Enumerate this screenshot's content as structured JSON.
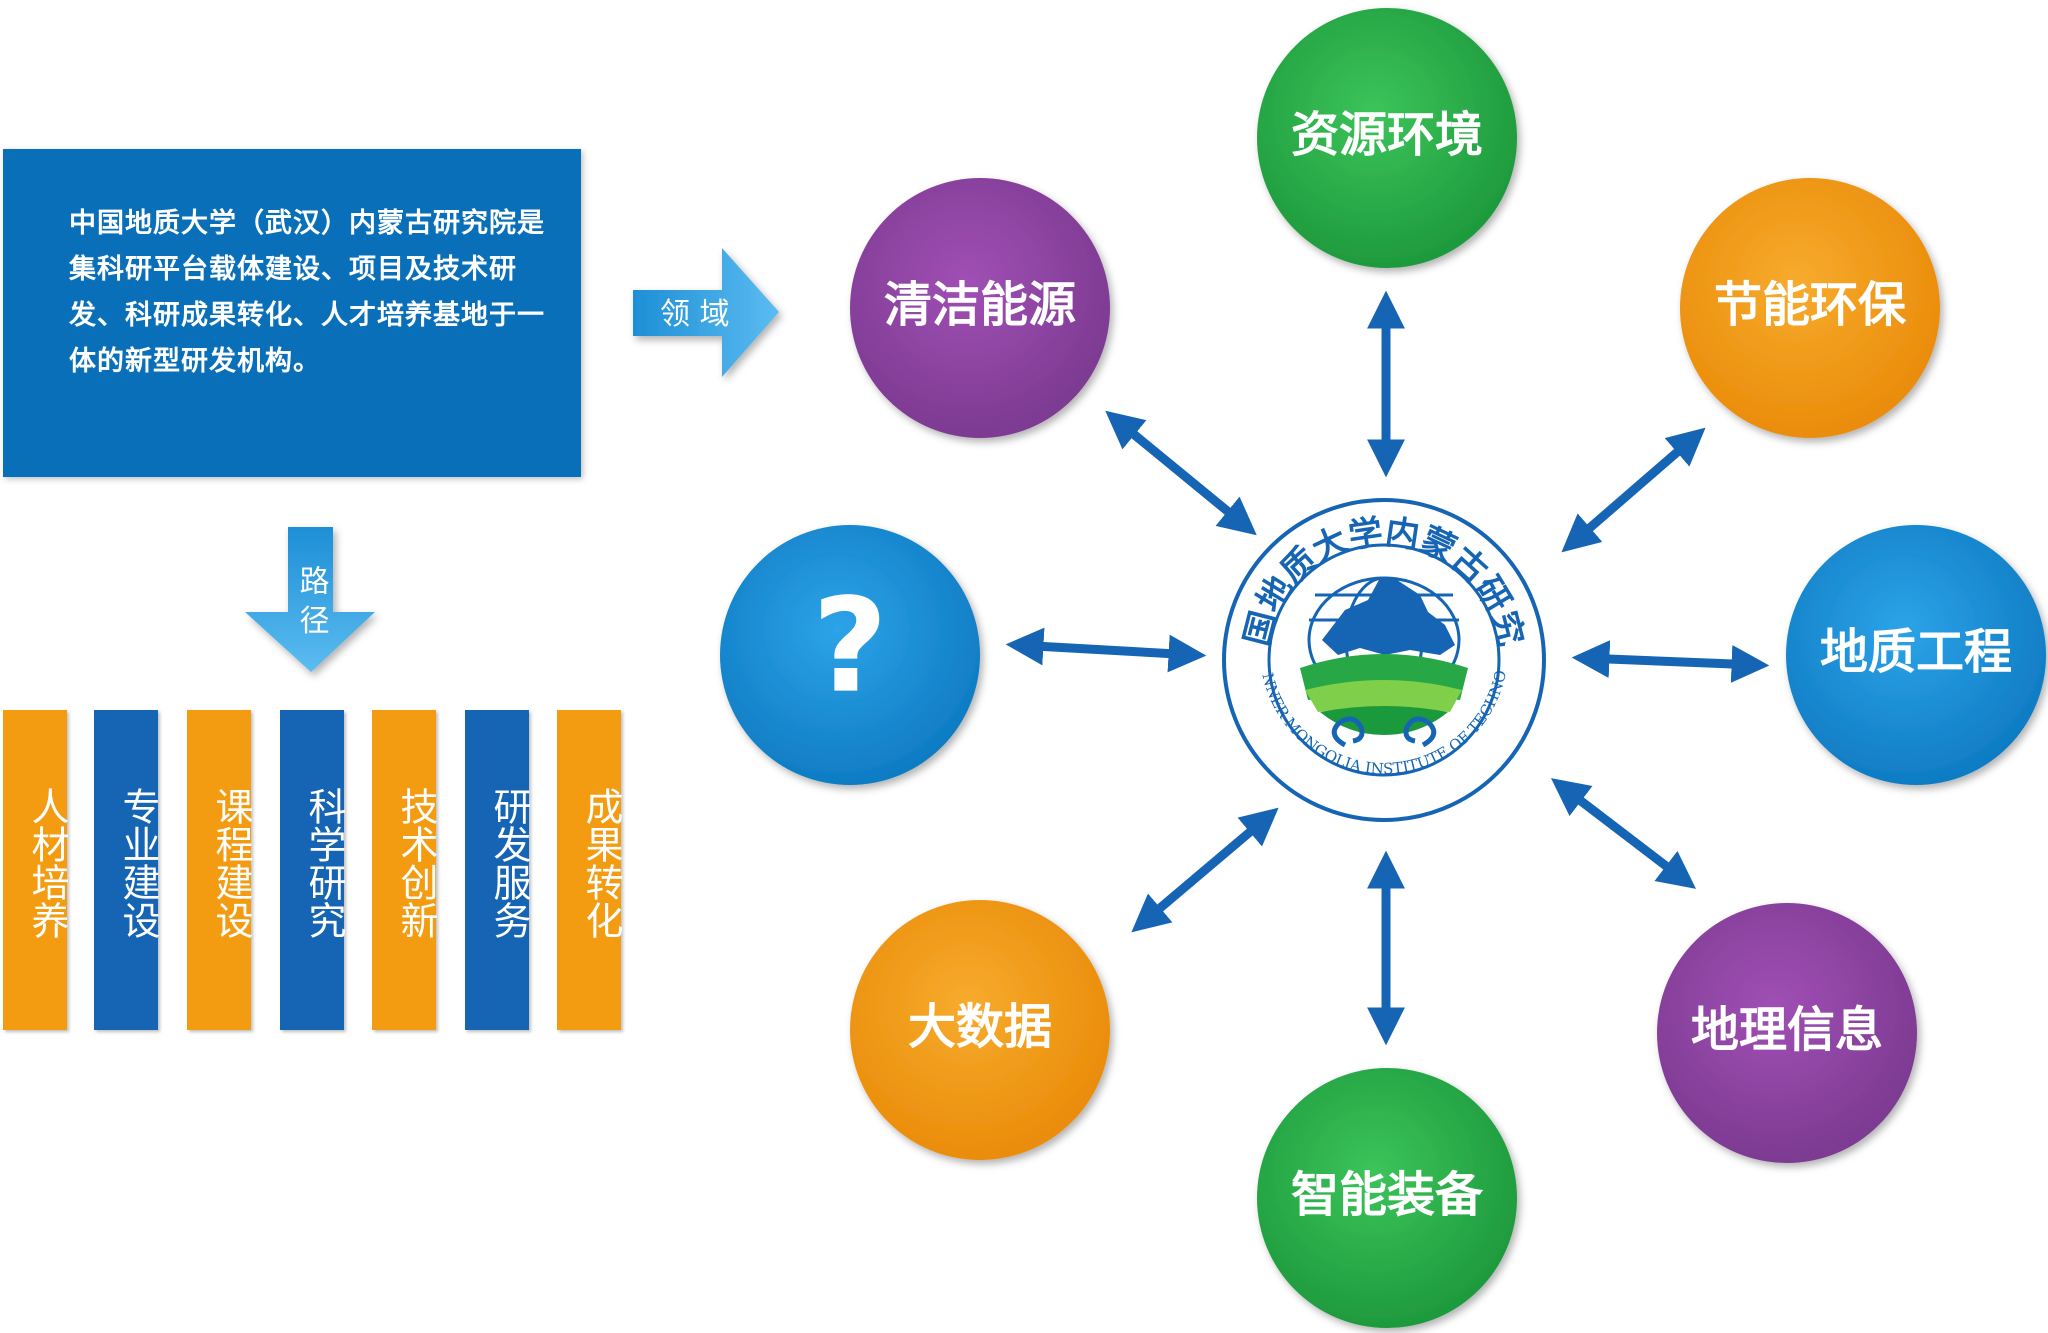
{
  "intro": {
    "text": "中国地质大学（武汉）内蒙古研究院是集科研平台载体建设、项目及技术研发、科研成果转化、人才培养基地于一体的新型研发机构。"
  },
  "arrows": {
    "domain_label": "领 域",
    "path_label": "路 径"
  },
  "paths": [
    {
      "label": "人材培养",
      "color": "orange"
    },
    {
      "label": "专业建设",
      "color": "blue"
    },
    {
      "label": "课程建设",
      "color": "orange"
    },
    {
      "label": "科学研究",
      "color": "blue"
    },
    {
      "label": "技术创新",
      "color": "orange"
    },
    {
      "label": "研发服务",
      "color": "blue"
    },
    {
      "label": "成果转化",
      "color": "orange"
    }
  ],
  "center_logo": {
    "chinese_name": "中国地质大学内蒙古研究院",
    "english_name": "CUG INNER MONGOLIA INSTITUTE OF TECHNOLOGY"
  },
  "domains": [
    {
      "key": "resource",
      "label": "资源环境",
      "color": "#27a745"
    },
    {
      "key": "energy_saving",
      "label": "节能环保",
      "color": "#f39c12"
    },
    {
      "key": "geo_engineering",
      "label": "地质工程",
      "color": "#1a8fd6"
    },
    {
      "key": "geo_info",
      "label": "地理信息",
      "color": "#8e44a0"
    },
    {
      "key": "smart_equipment",
      "label": "智能装备",
      "color": "#27a745"
    },
    {
      "key": "big_data",
      "label": "大数据",
      "color": "#f39c12"
    },
    {
      "key": "unknown",
      "label": "?",
      "color": "#1a8fd6"
    },
    {
      "key": "clean_energy",
      "label": "清洁能源",
      "color": "#8e44a0"
    }
  ],
  "colors": {
    "arrow": "#1565b4",
    "intro_bg": "#0a6fb9",
    "pointer_arrow": "#2f9ee0"
  }
}
